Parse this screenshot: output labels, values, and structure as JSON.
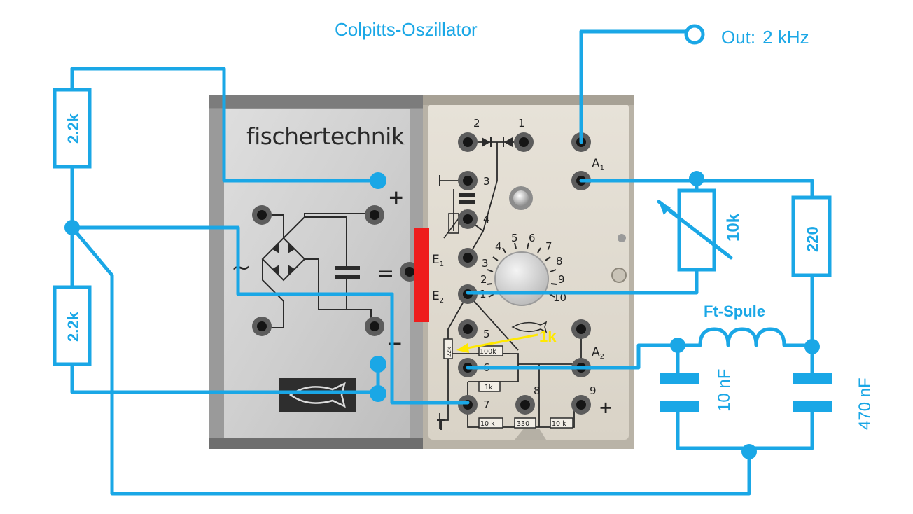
{
  "title": "Colpitts-Oszillator",
  "output": {
    "label": "Out:",
    "frequency": "2 kHz"
  },
  "resistors": {
    "upper": "2.2k",
    "lower": "2.2k",
    "pot": "10k",
    "series": "220"
  },
  "coil_label": "Ft-Spule",
  "capacitors": {
    "left": "10 nF",
    "right": "470 nF"
  },
  "resistor_annotation": "1k",
  "power_module": {
    "brand": "fischertechnik",
    "plus": "+",
    "minus": "−",
    "ac_symbol": "~",
    "dc_symbol": "="
  },
  "transistor_module": {
    "terminals": [
      "1",
      "2",
      "3",
      "4",
      "5",
      "6",
      "7",
      "8",
      "9"
    ],
    "labels": {
      "A1": "A",
      "A1_sub": "1",
      "A2": "A",
      "A2_sub": "2",
      "E1": "E",
      "E1_sub": "1",
      "E2": "E",
      "E2_sub": "2",
      "plus": "+"
    },
    "dial_numbers": [
      "1",
      "2",
      "3",
      "4",
      "5",
      "6",
      "7",
      "8",
      "9",
      "10"
    ],
    "resistor_labels": [
      "100k",
      "1k",
      "10 k",
      "330",
      "10 k",
      "22k"
    ]
  },
  "colors": {
    "wire": "#1aa7e6",
    "highlight_bar": "#ee1c1c",
    "annotation": "#ffe800"
  }
}
